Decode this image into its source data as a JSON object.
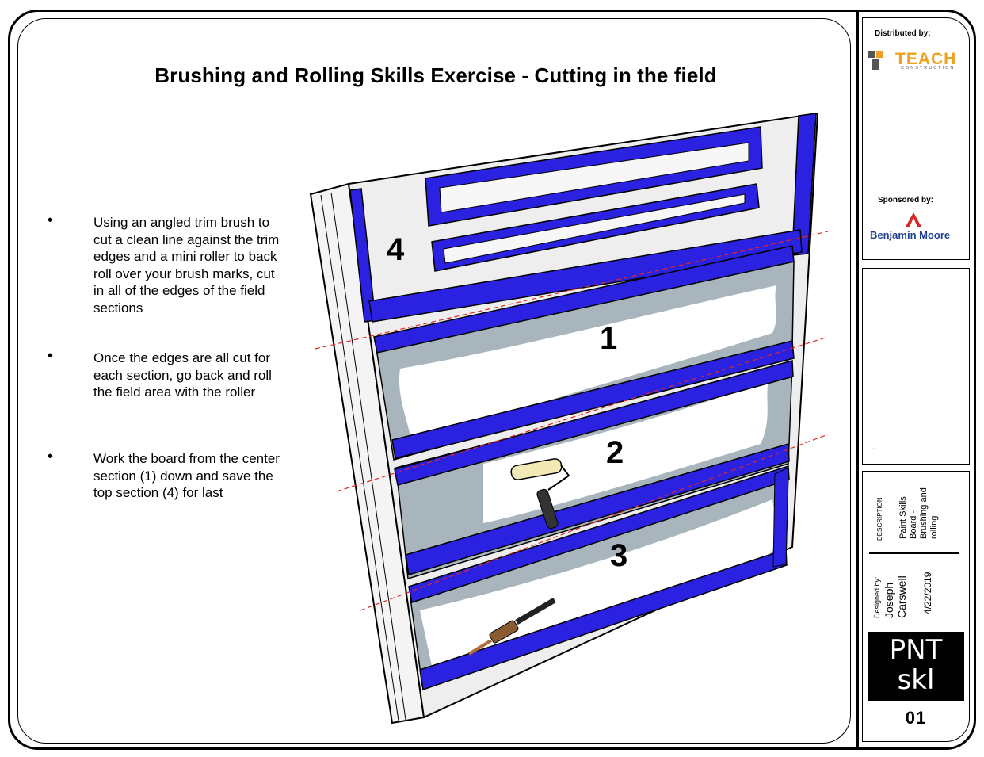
{
  "title": "Brushing and Rolling Skills Exercise - Cutting in the field",
  "bullets": [
    "Using an angled trim brush to cut a clean line against the trim edges and a mini roller to back roll over your brush marks, cut in all of the edges of the field sections",
    "Once the edges are all cut for each section, go back and roll the field area with the roller",
    "Work the board from the center section (1) down and save the top section (4) for last"
  ],
  "bullet_symbol": "•",
  "drawing": {
    "section_labels": [
      "1",
      "2",
      "3",
      "4"
    ],
    "tape_color": "#2a22e0",
    "field_color": "#a9b5bd",
    "board_color": "#eeeeee",
    "guide_line_color": "#e32626"
  },
  "sidebar": {
    "distributed_by_label": "Distributed by:",
    "distributor_name": "TEACH",
    "distributor_sub": "CONSTRUCTION",
    "distributor_color": "#f0a020",
    "sponsored_by_label": "Sponsored by:",
    "sponsor_name": "Benjamin Moore",
    "sponsor_color": "#1f3f8f",
    "sponsor_mark_color": "#d62828",
    "notes_text": "..",
    "description_label": "DESCRIPTION",
    "description_text": [
      "Paint Skills",
      "Board -",
      "Brushing and",
      "rolling"
    ],
    "designed_by_label": "Designed by:",
    "designer_name": [
      "Joseph",
      "Carswell"
    ],
    "date": "4/22/2019",
    "code_line1": "PNT",
    "code_line2": "skl",
    "sheet_number": "01"
  }
}
